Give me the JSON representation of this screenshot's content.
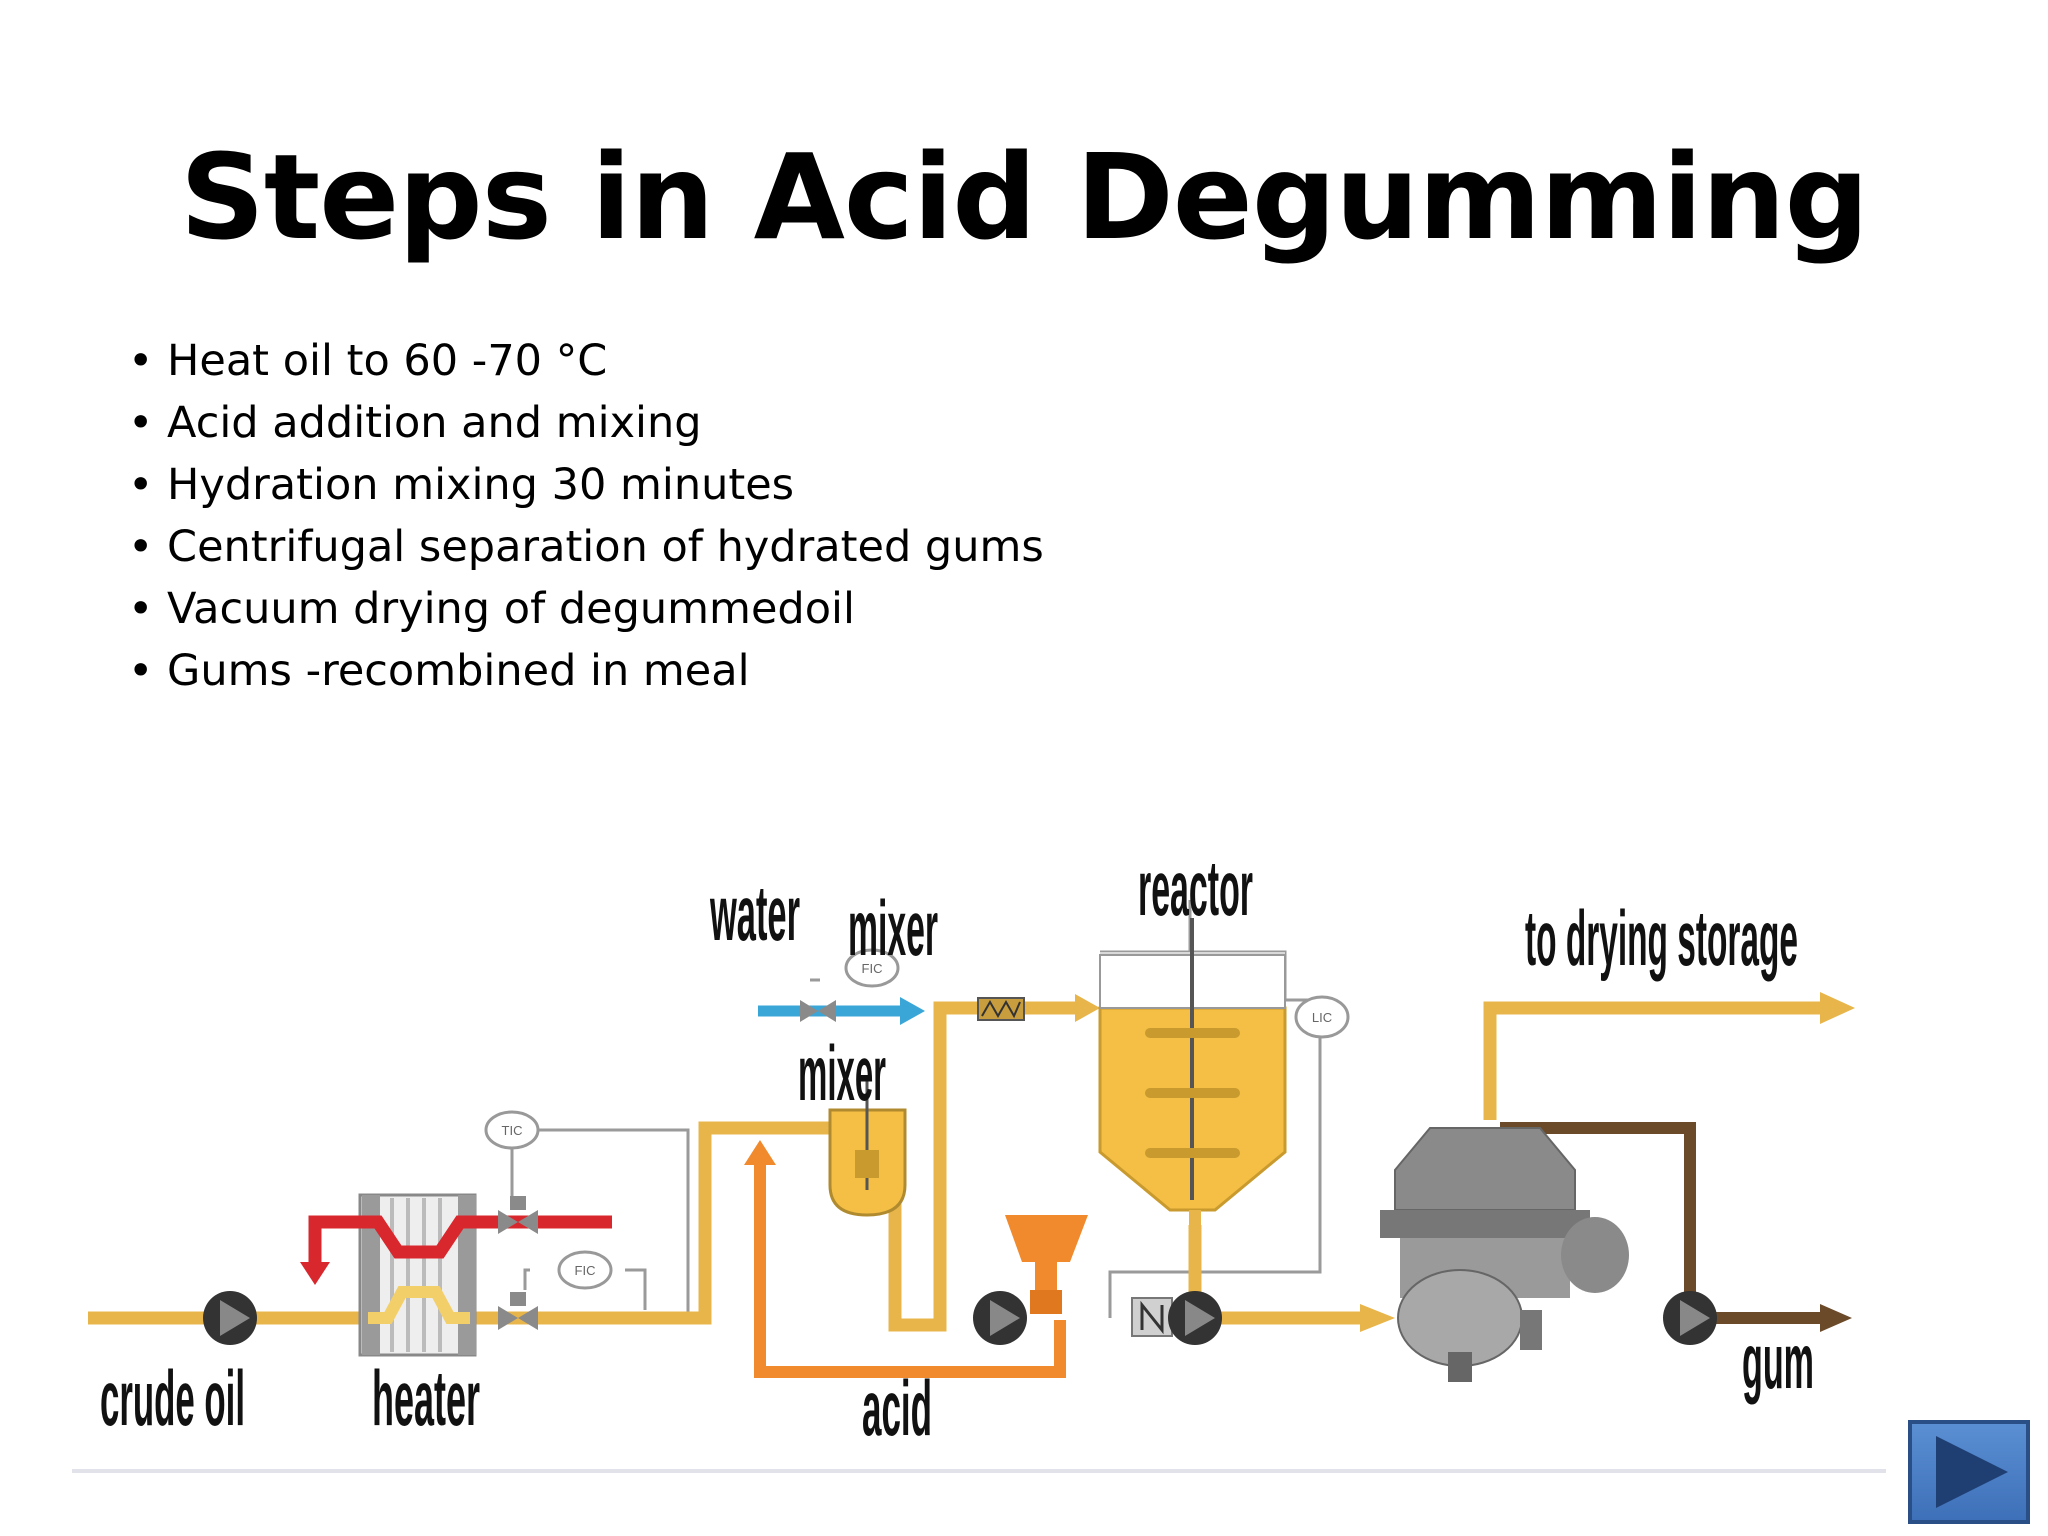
{
  "slide": {
    "title": "Steps in Acid Degumming",
    "bullets": [
      "Heat oil to 60 -70 °C",
      "Acid addition and mixing",
      "Hydration mixing 30 minutes",
      "Centrifugal separation of hydrated gums",
      "Vacuum drying of degummedoil",
      "Gums -recombined in meal"
    ]
  },
  "diagram": {
    "labels": {
      "crude_oil": "crude oil",
      "heater": "heater",
      "water": "water",
      "mixer_top": "mixer",
      "mixer_mid": "mixer",
      "reactor": "reactor",
      "acid": "acid",
      "to_drying_storage": "to drying storage",
      "gum": "gum"
    },
    "instrument_tags": {
      "heater_temp": "TIC",
      "heater_flow": "FIC",
      "water_flow": "FIC",
      "reactor_level": "LIC"
    },
    "colors": {
      "oil_line": "#e8b54a",
      "hot_line": "#d9272e",
      "water_line": "#3aa6d8",
      "acid_line": "#f08a2c",
      "gum_line": "#6b4a2a",
      "equipment_gray": "#8a8a8a",
      "reactor_fill": "#f5bf45"
    }
  },
  "navigation": {
    "next_icon": "play-triangle-icon"
  }
}
